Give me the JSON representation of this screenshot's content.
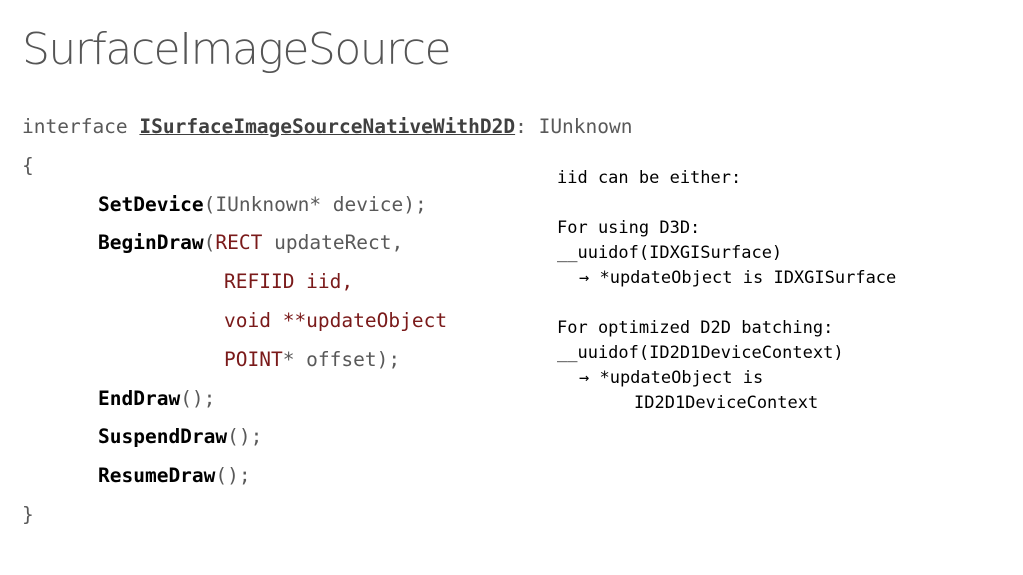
{
  "title": "SurfaceImageSource",
  "code": {
    "l1_keyword": "interface ",
    "l1_name": "ISurfaceImageSourceNativeWithD2D",
    "l1_rest": ": IUnknown",
    "open_brace": "{",
    "set_device": "SetDevice",
    "set_device_args": "(IUnknown* device);",
    "begin_draw": "BeginDraw",
    "begin_draw_open": "(",
    "rect_type": "RECT",
    "rect_arg": " updateRect,",
    "refiid_line": "REFIID iid,",
    "void_line": "void **updateObject",
    "point_type": "POINT",
    "point_rest": "* offset);",
    "end_draw": "EndDraw",
    "suspend_draw": "SuspendDraw",
    "resume_draw": "ResumeDraw",
    "call_suffix": "();",
    "close_brace": "}"
  },
  "note": {
    "line1": "iid can be either:",
    "d3d_heading": "For using D3D:",
    "d3d_uuid": "__uuidof(IDXGISurface)",
    "d3d_result": "→ *updateObject is IDXGISurface",
    "d2d_heading": "For optimized D2D batching:",
    "d2d_uuid": "__uuidof(ID2D1DeviceContext)",
    "d2d_result_1": "→ *updateObject is",
    "d2d_result_2": "ID2D1DeviceContext"
  }
}
